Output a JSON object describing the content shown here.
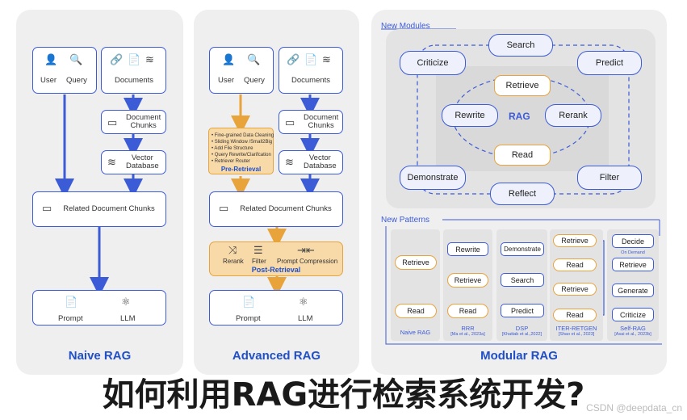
{
  "naive": {
    "user": "User",
    "query": "Query",
    "documents": "Documents",
    "document_chunks": "Document\nChunks",
    "vector_db": "Vector\nDatabase",
    "related": "Related Document Chunks",
    "prompt": "Prompt",
    "llm": "LLM",
    "title": "Naive RAG"
  },
  "advanced": {
    "user": "User",
    "query": "Query",
    "documents": "Documents",
    "document_chunks": "Document\nChunks",
    "vector_db": "Vector\nDatabase",
    "pre_items": [
      "• Fine-grained Data Cleaning",
      "• Sliding Window /Small2Big",
      "• Add File Structure",
      "• Query Rewrite/Clarifcation",
      "• Retriever Router"
    ],
    "pre_label": "Pre-Retrieval",
    "related": "Related Document Chunks",
    "rerank": "Rerank",
    "filter": "Filter",
    "prompt_compression": "Prompt Compression",
    "post_label": "Post-Retrieval",
    "prompt": "Prompt",
    "llm": "LLM",
    "title": "Advanced RAG"
  },
  "modular": {
    "new_modules": "New Modules",
    "search": "Search",
    "criticize": "Criticize",
    "predict": "Predict",
    "retrieve": "Retrieve",
    "rewrite": "Rewrite",
    "rag": "RAG",
    "rerank": "Rerank",
    "read": "Read",
    "demonstrate": "Demonstrate",
    "filter": "Filter",
    "reflect": "Reflect",
    "new_patterns": "New Patterns",
    "patterns": [
      {
        "name": "Naive RAG",
        "ref": "",
        "steps": [
          "Retrieve",
          "Read"
        ]
      },
      {
        "name": "RRR",
        "ref": "[Ma et al., 2023a]",
        "steps": [
          "Rewrite",
          "Retrieve",
          "Read"
        ]
      },
      {
        "name": "DSP",
        "ref": "[Khattab et al.,2022]",
        "steps": [
          "Demonstrate",
          "Search",
          "Predict"
        ]
      },
      {
        "name": "ITER-RETGEN",
        "ref": "[Shao et al., 2023]",
        "steps": [
          "Retrieve",
          "Read",
          "Retrieve",
          "Read"
        ]
      },
      {
        "name": "Self-RAG",
        "ref": "[Asai et al., 2023b]",
        "steps": [
          "Decide",
          "Retrieve",
          "Generate",
          "Criticize"
        ]
      }
    ],
    "on_demand": "On Demand",
    "title": "Modular RAG"
  },
  "caption": "如何利用RAG进行检索系统开发?",
  "watermark": "CSDN @deepdata_cn",
  "colors": {
    "blue": "#3c5bd6",
    "orange": "#e8a33b",
    "panel": "#efefef"
  }
}
